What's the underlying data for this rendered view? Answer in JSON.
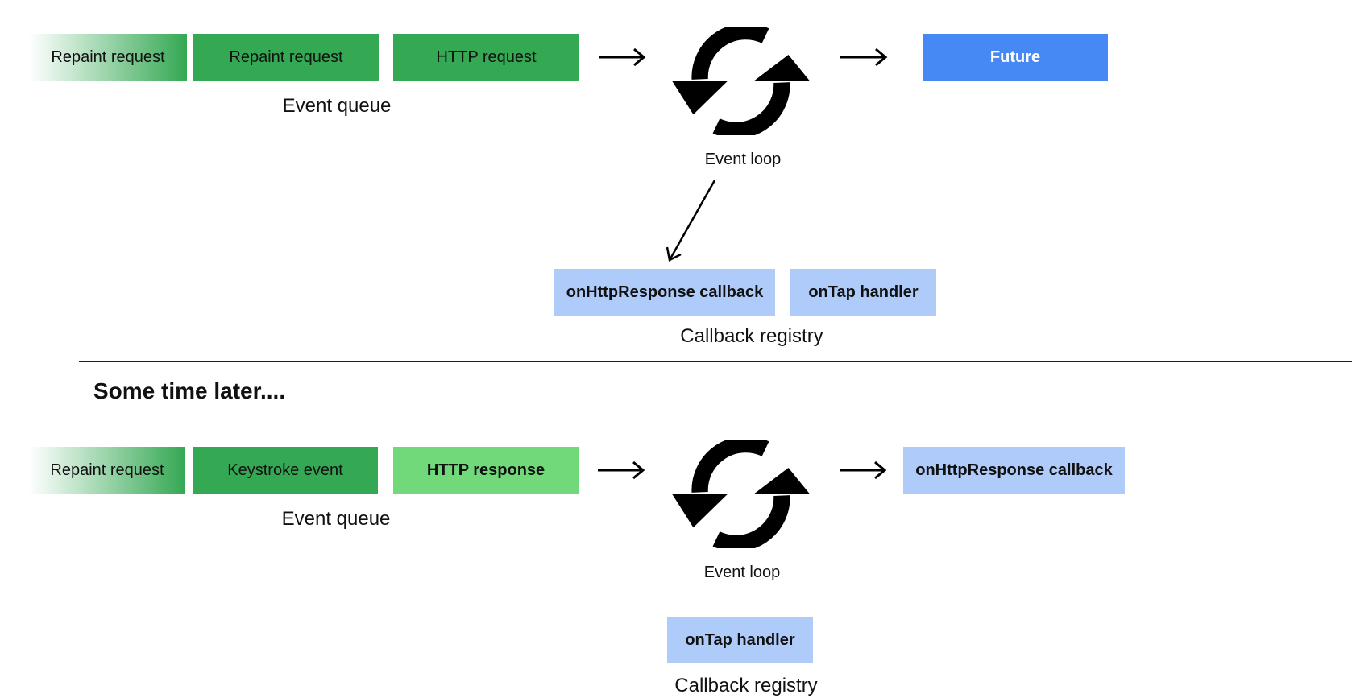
{
  "section_top": {
    "event_queue": {
      "items": [
        "Repaint request",
        "Repaint request",
        "HTTP request"
      ],
      "label": "Event queue"
    },
    "event_loop_label": "Event loop",
    "future_label": "Future",
    "callback_registry": {
      "items": [
        "onHttpResponse callback",
        "onTap handler"
      ],
      "label": "Callback registry"
    }
  },
  "heading": "Some time later....",
  "section_bottom": {
    "event_queue": {
      "items": [
        "Repaint request",
        "Keystroke event",
        "HTTP response"
      ],
      "label": "Event queue"
    },
    "event_loop_label": "Event loop",
    "output_label": "onHttpResponse callback",
    "callback_registry": {
      "items": [
        "onTap handler"
      ],
      "label": "Callback registry"
    }
  },
  "colors": {
    "queue_green": "#34a853",
    "highlight_green": "#72d97a",
    "future_blue": "#4688f4",
    "callback_blue": "#aecbfa"
  },
  "icons": [
    "right-arrow-icon",
    "event-loop-cycle-icon",
    "down-left-arrow-icon"
  ]
}
